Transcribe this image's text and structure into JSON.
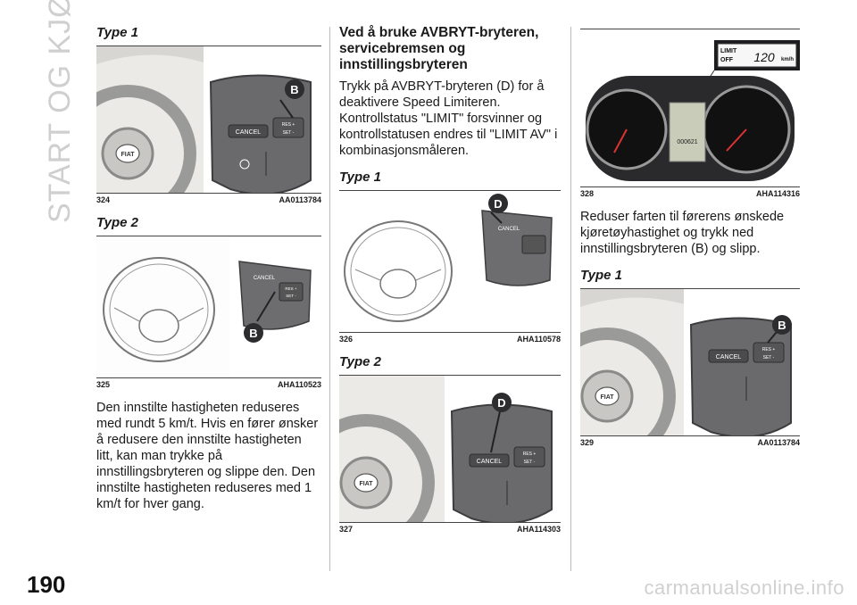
{
  "sidebar": {
    "section_title": "START OG KJØRING",
    "page_number": "190"
  },
  "watermark": "carmanualsonline.info",
  "col1": {
    "sub1": "Type 1",
    "fig324": {
      "num": "324",
      "code": "AA0113784",
      "cancel": "CANCEL",
      "res": "RES +",
      "set": "SET -",
      "marker": "B",
      "logo": "FIAT"
    },
    "sub2": "Type 2",
    "fig325": {
      "num": "325",
      "code": "AHA110523",
      "cancel": "CANCEL",
      "res": "RES +",
      "set": "SET -",
      "marker": "B"
    },
    "para": "Den innstilte hastigheten reduseres med rundt 5 km/t. Hvis en fører ønsker å redusere den innstilte hastigheten litt, kan man trykke på innstillingsbryteren og slippe den. Den innstilte hastigheten reduseres med 1 km/t for hver gang."
  },
  "col2": {
    "heading": "Ved å bruke AVBRYT-bryteren, servicebremsen og innstillingsbryteren",
    "para": "Trykk på AVBRYT-bryteren (D) for å deaktivere Speed Limiteren. Kontrollstatus \"LIMIT\" forsvinner og kontrollstatusen endres til \"LIMIT AV\" i kombinasjonsmåleren.",
    "sub1": "Type 1",
    "fig326": {
      "num": "326",
      "code": "AHA110578",
      "cancel": "CANCEL",
      "marker": "D"
    },
    "sub2": "Type 2",
    "fig327": {
      "num": "327",
      "code": "AHA114303",
      "cancel": "CANCEL",
      "res": "RES +",
      "set": "SET -",
      "marker": "D",
      "logo": "FIAT"
    }
  },
  "col3": {
    "fig328": {
      "num": "328",
      "code": "AHA114316",
      "limit": "LIMIT",
      "off": "OFF",
      "speed": "120",
      "unit": "km/h",
      "odo": "000621"
    },
    "para": "Reduser farten til førerens ønskede kjøretøyhastighet og trykk ned innstillingsbryteren (B) og slipp.",
    "sub1": "Type 1",
    "fig329": {
      "num": "329",
      "code": "AA0113784",
      "cancel": "CANCEL",
      "res": "RES +",
      "set": "SET -",
      "marker": "B",
      "logo": "FIAT"
    }
  }
}
